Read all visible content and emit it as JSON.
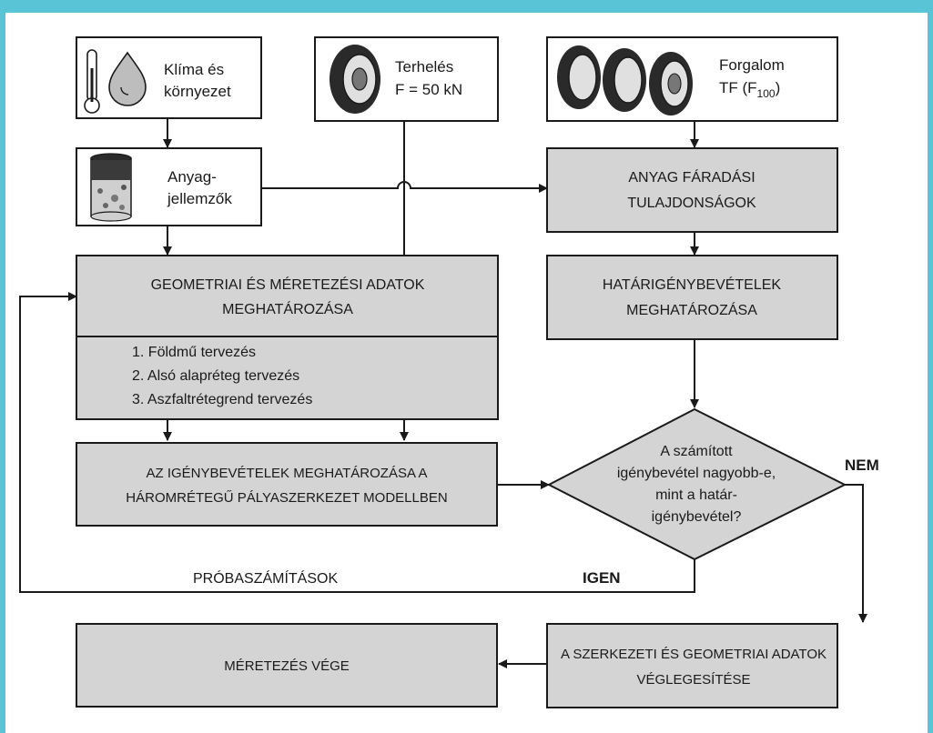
{
  "colors": {
    "frame": "#58c4d6",
    "box_fill": "#d4d4d4",
    "box_fill_white": "#ffffff",
    "stroke": "#1a1a1a"
  },
  "inputs": {
    "klima_line1": "Klíma és",
    "klima_line2": "környezet",
    "terheles_line1": "Terhelés",
    "terheles_line2": "F = 50 kN",
    "forgalom_line1": "Forgalom",
    "forgalom_line2_prefix": "TF (F",
    "forgalom_line2_sub": "100",
    "forgalom_line2_suffix": ")",
    "anyag_line1": "Anyag-",
    "anyag_line2": "jellemzők"
  },
  "boxes": {
    "faradas_line1": "ANYAG FÁRADÁSI",
    "faradas_line2": "TULAJDONSÁGOK",
    "geometria_line1": "GEOMETRIAI ÉS MÉRETEZÉSI ADATOK",
    "geometria_line2": "MEGHATÁROZÁSA",
    "steps": [
      "1.  Földmű tervezés",
      "2.  Alsó alapréteg tervezés",
      "3.  Aszfaltrétegrend tervezés"
    ],
    "hatar_line1": "HATÁRIGÉNYBEVÉTELEK",
    "hatar_line2": "MEGHATÁROZÁSA",
    "igeny_line1": "AZ IGÉNYBEVÉTELEK MEGHATÁROZÁSA A",
    "igeny_line2": "HÁROMRÉTEGŰ PÁLYASZERKEZET MODELLBEN",
    "decision_line1": "A számított",
    "decision_line2": "igénybevétel nagyobb-e,",
    "decision_line3": "mint a határ-",
    "decision_line4": "igénybevétel?",
    "vegleg_line1": "A SZERKEZETI ÉS GEOMETRIAI ADATOK",
    "vegleg_line2": "VÉGLEGESÍTÉSE",
    "vege": "MÉRETEZÉS VÉGE"
  },
  "edge_labels": {
    "nem": "NEM",
    "igen": "IGEN",
    "proba": "PRÓBASZÁMÍTÁSOK"
  },
  "icons": [
    "thermometer-icon",
    "water-drop-icon",
    "tire-icon",
    "tires-group-icon",
    "material-sample-icon"
  ]
}
